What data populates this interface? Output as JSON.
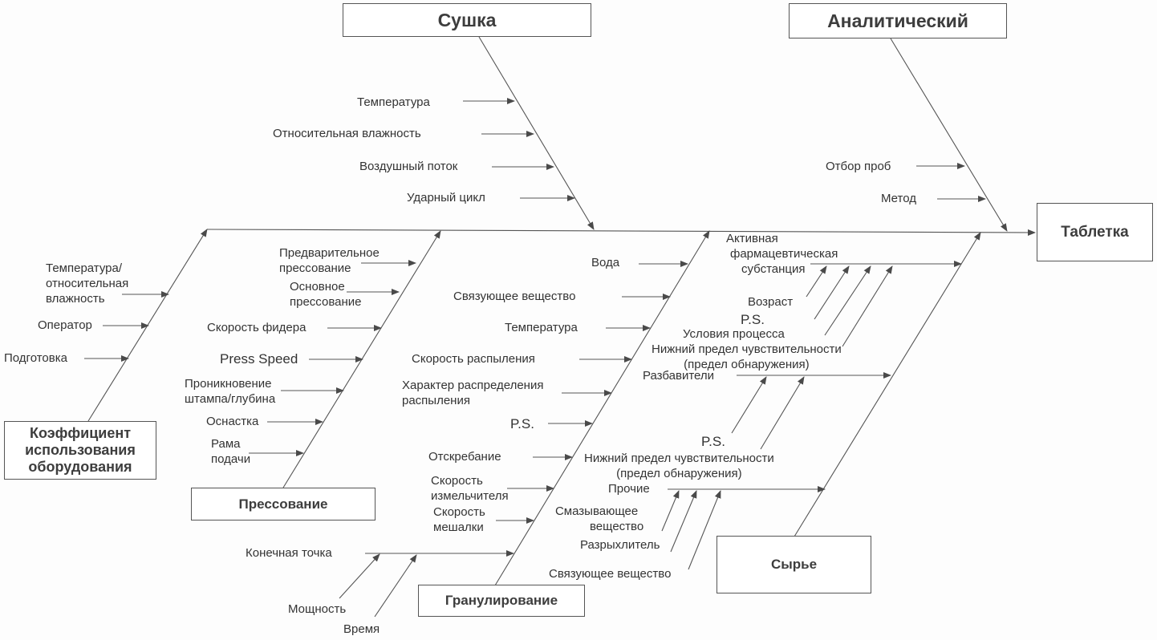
{
  "effect": "Таблетка",
  "categories": {
    "drying": {
      "title": "Сушка",
      "causes": [
        "Температура",
        "Относительная влажность",
        "Воздушный поток",
        "Ударный цикл"
      ]
    },
    "analytical": {
      "title": "Аналитический",
      "causes": [
        "Отбор проб",
        "Метод"
      ]
    },
    "oee": {
      "title": "Коэффициент использования оборудования",
      "title_lines": [
        "Коэффициент",
        "использования",
        "оборудования"
      ],
      "causes": [
        "Температура/ относительная влажность",
        "Оператор",
        "Подготовка"
      ],
      "cause_lines": [
        [
          "Температура/",
          "относительная",
          "влажность"
        ],
        [
          "Оператор"
        ],
        [
          "Подготовка"
        ]
      ]
    },
    "pressing": {
      "title": "Прессование",
      "causes": [
        "Предварительное прессование",
        "Основное прессование",
        "Скорость фидера",
        "Press Speed",
        "Проникновение штампа/глубина",
        "Оснастка",
        "Рама подачи"
      ],
      "cause_lines": [
        [
          "Предварительное",
          "прессование"
        ],
        [
          "Основное",
          "прессование"
        ],
        [
          "Скорость фидера"
        ],
        [
          "Press Speed"
        ],
        [
          "Проникновение",
          "штампа/глубина"
        ],
        [
          "Оснастка"
        ],
        [
          "Рама",
          "подачи"
        ]
      ]
    },
    "granulation": {
      "title": "Гранулирование",
      "causes": [
        "Вода",
        "Связующее вещество",
        "Температура",
        "Скорость распыления",
        "Характер распределения распыления",
        "P.S.",
        "Отскребание",
        "Скорость измельчителя",
        "Скорость мешалки",
        "Конечная точка"
      ],
      "cause_lines": [
        [
          "Вода"
        ],
        [
          "Связующее вещество"
        ],
        [
          "Температура"
        ],
        [
          "Скорость распыления"
        ],
        [
          "Характер распределения",
          "распыления"
        ],
        [
          "P.S."
        ],
        [
          "Отскребание"
        ],
        [
          "Скорость",
          "измельчителя"
        ],
        [
          "Скорость",
          "мешалки"
        ],
        [
          "Конечная точка"
        ]
      ],
      "endpoint_subcauses": [
        "Мощность",
        "Время"
      ]
    },
    "raw_material": {
      "title": "Сырье",
      "causes": [
        "Активная фармацевтическая субстанция",
        "Разбавители",
        "Прочие"
      ],
      "api_lines": [
        "Активная",
        "фармацевтическая",
        "субстанция"
      ],
      "api_subcauses": [
        "Возраст",
        "P.S.",
        "Условия процесса",
        "Нижний предел чувствительности (предел обнаружения)"
      ],
      "lod_lines": [
        "Нижний предел чувствительности",
        "(предел обнаружения)"
      ],
      "diluent_subcauses": [
        "P.S.",
        "Нижний предел чувствительности (предел обнаружения)"
      ],
      "other_subcauses": [
        "Смазывающее вещество",
        "Разрыхлитель",
        "Связующее вещество"
      ],
      "lubricant_lines": [
        "Смазывающее",
        "вещество"
      ]
    }
  }
}
